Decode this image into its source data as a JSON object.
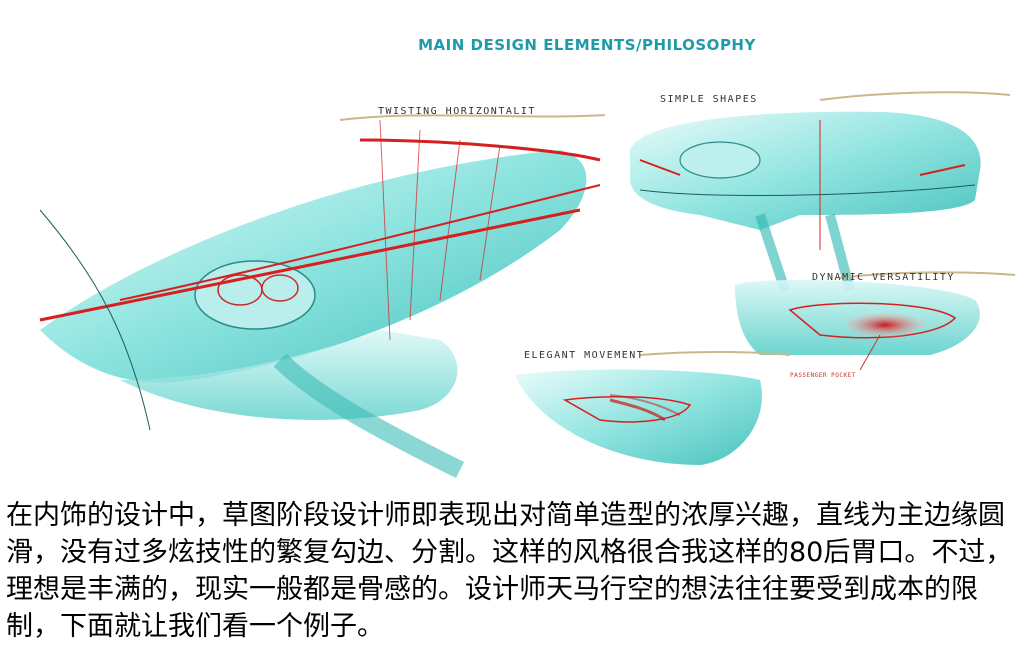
{
  "header": {
    "title": "MAIN  DESIGN ELEMENTS/PHILOSOPHY"
  },
  "sketches": {
    "twisting": {
      "label": "TWISTING HORIZONTALIT"
    },
    "simple": {
      "label": "SIMPLE SHAPES"
    },
    "dynamic": {
      "label": "DYNAMIC VERSATILITY"
    },
    "elegant": {
      "label": "ELEGANT MOVEMENT"
    },
    "dynamic_note": {
      "label": "PASSENGER POCKET"
    }
  },
  "caption": {
    "text": "在内饰的设计中，草图阶段设计师即表现出对简单造型的浓厚兴趣，直线为主边缘圆滑，没有过多炫技性的繁复勾边、分割。这样的风格很合我这样的80后胃口。不过，理想是丰满的，现实一般都是骨感的。设计师天马行空的想法往往要受到成本的限制，下面就让我们看一个例子。"
  },
  "colors": {
    "accent_teal": "#1d9ba8",
    "sketch_teal": "#4fd3cf",
    "sketch_red": "#d62020"
  }
}
